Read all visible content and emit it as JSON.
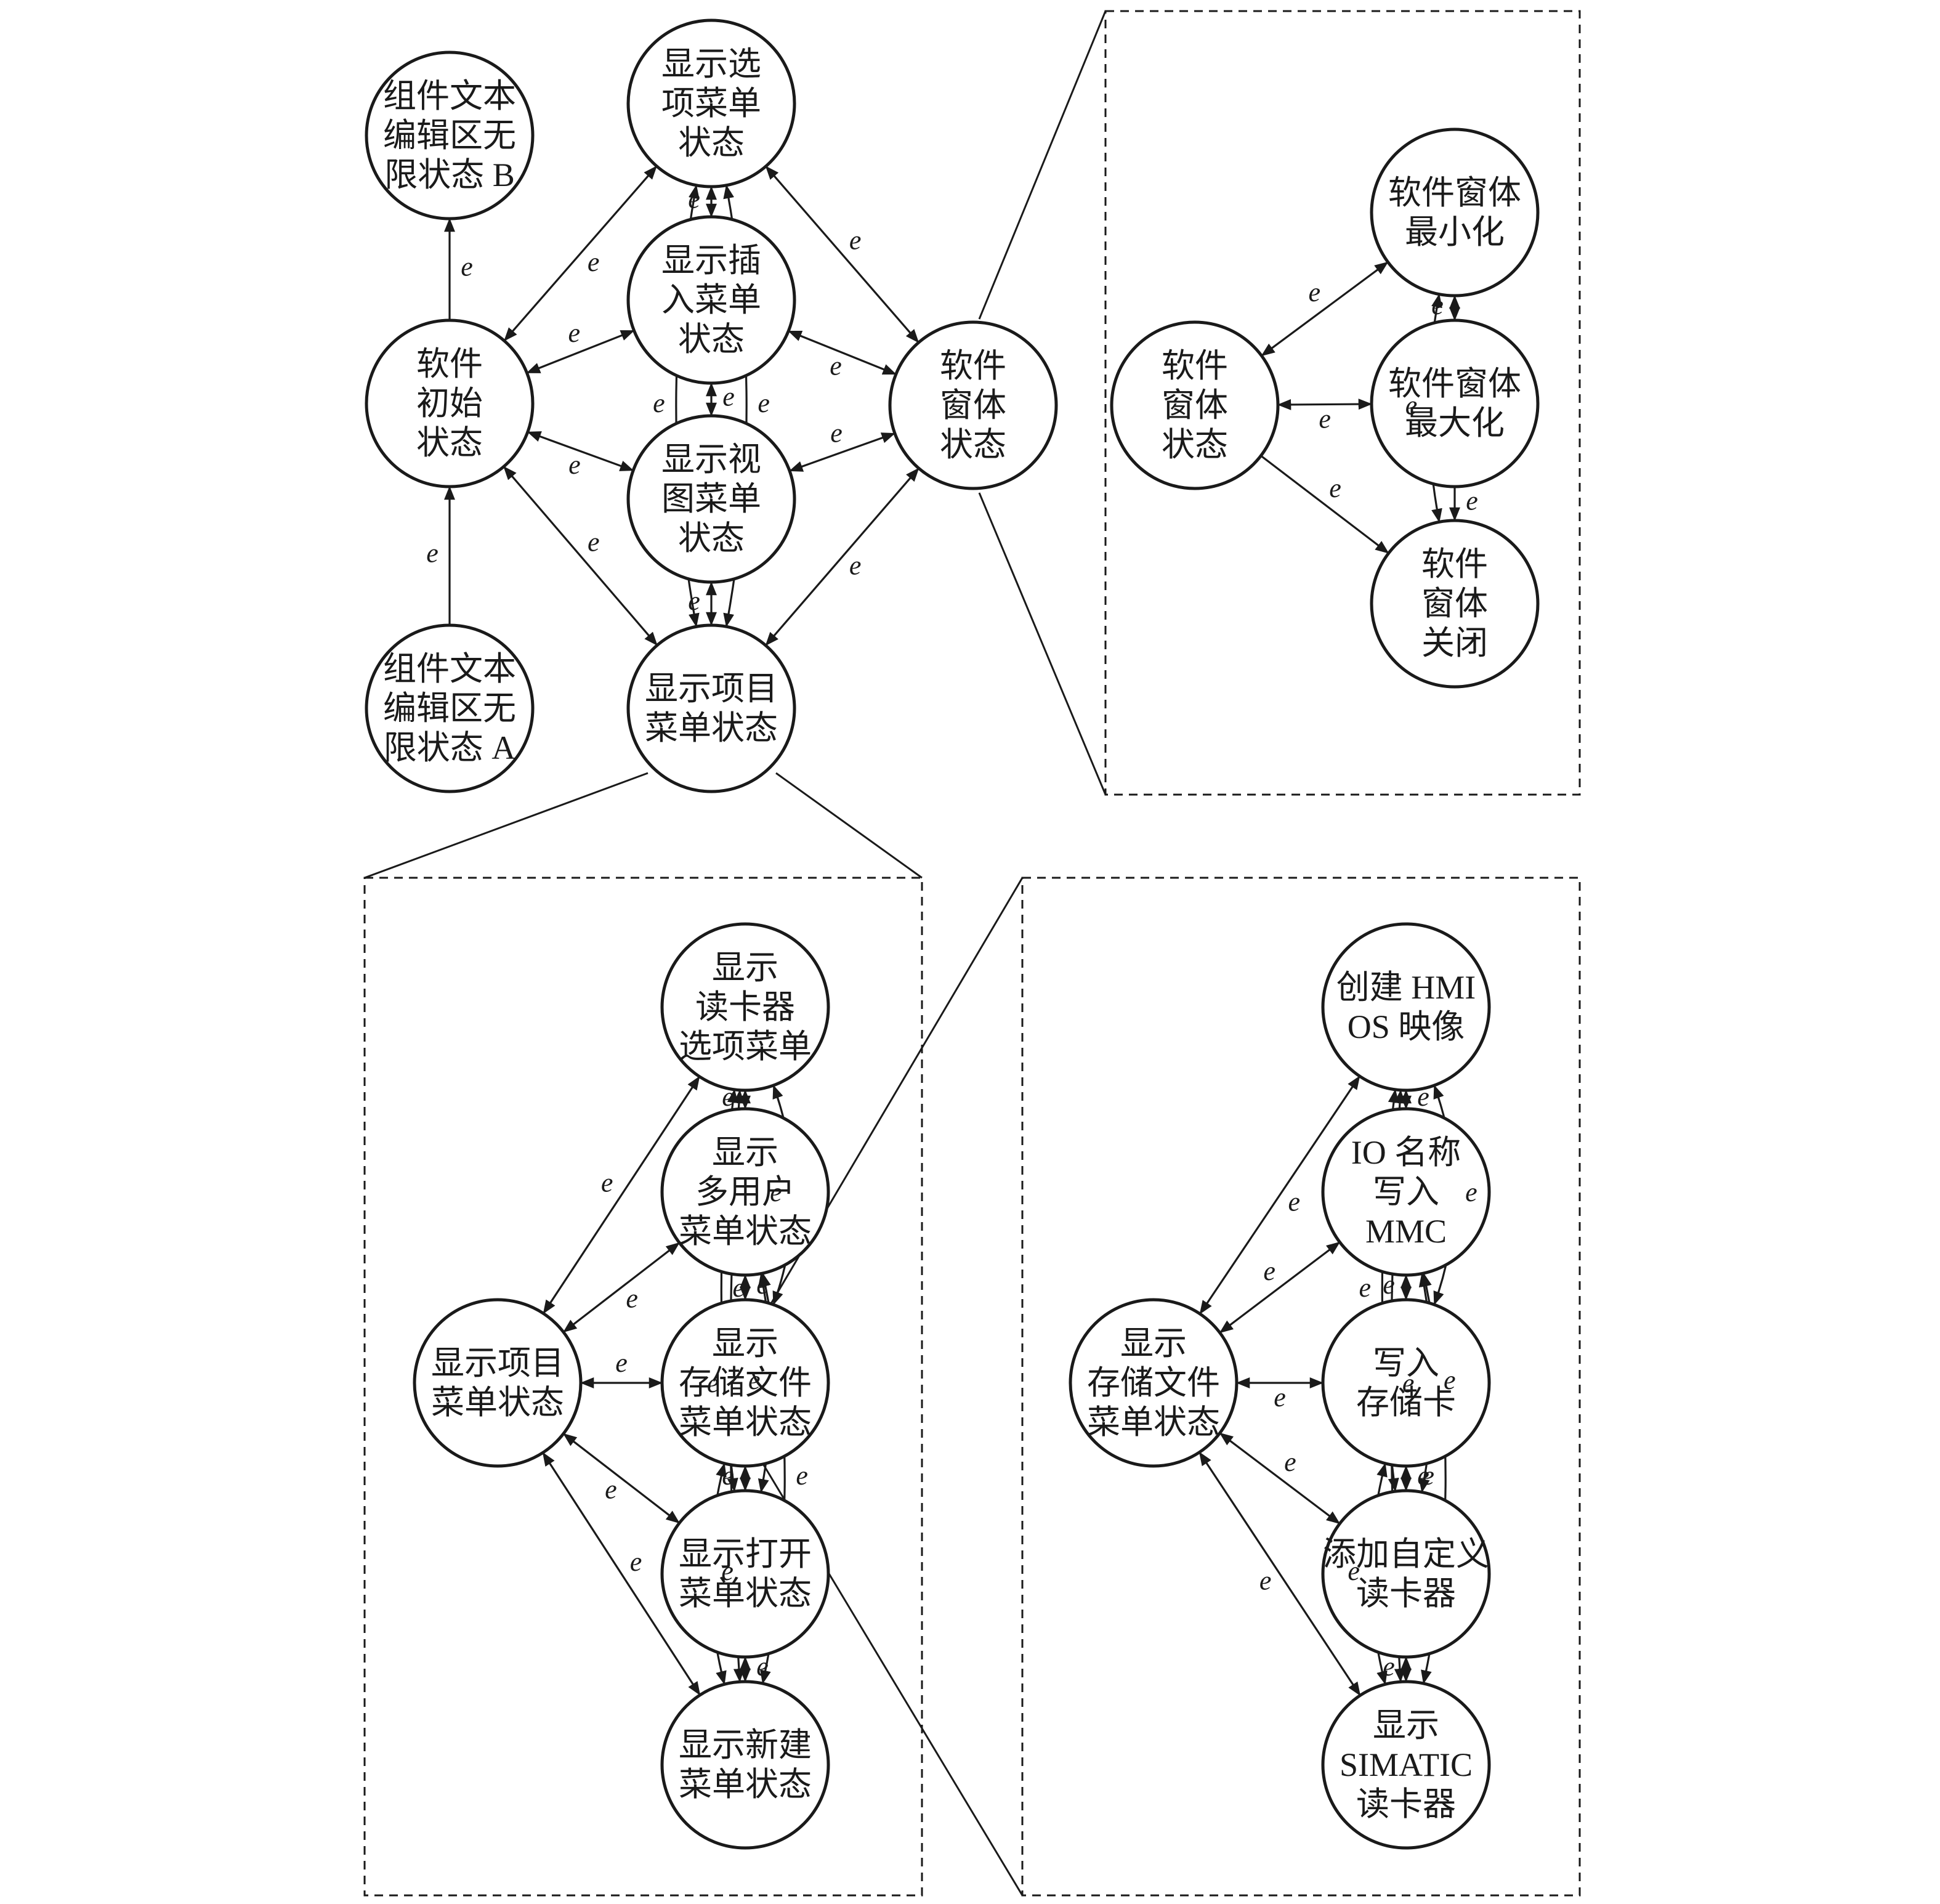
{
  "edge_label": "e",
  "nodes": {
    "A": [
      "组件文本",
      "编辑区无",
      "限状态 B"
    ],
    "B": [
      "显示选",
      "项菜单",
      "状态"
    ],
    "C": [
      "显示插",
      "入菜单",
      "状态"
    ],
    "D": [
      "软件",
      "初始",
      "状态"
    ],
    "E": [
      "软件",
      "窗体",
      "状态"
    ],
    "F": [
      "显示视",
      "图菜单",
      "状态"
    ],
    "G": [
      "组件文本",
      "编辑区无",
      "限状态 A"
    ],
    "H": [
      "显示项目",
      "菜单状态"
    ],
    "I": [
      "软件",
      "窗体",
      "状态"
    ],
    "J": [
      "软件窗体",
      "最小化"
    ],
    "K": [
      "软件窗体",
      "最大化"
    ],
    "L": [
      "软件",
      "窗体",
      "关闭"
    ],
    "M": [
      "显示",
      "读卡器",
      "选项菜单"
    ],
    "N": [
      "显示",
      "多用户",
      "菜单状态"
    ],
    "O": [
      "显示项目",
      "菜单状态"
    ],
    "P": [
      "显示",
      "存储文件",
      "菜单状态"
    ],
    "Q": [
      "显示打开",
      "菜单状态"
    ],
    "R": [
      "显示新建",
      "菜单状态"
    ],
    "S": [
      "创建 HMI",
      "OS 映像"
    ],
    "T": [
      "IO 名称",
      "写入",
      "MMC"
    ],
    "U": [
      "显示",
      "存储文件",
      "菜单状态"
    ],
    "V": [
      "写入",
      "存储卡"
    ],
    "W": [
      "添加自定义",
      "读卡器"
    ],
    "X": [
      "显示",
      "SIMATIC",
      "读卡器"
    ]
  }
}
